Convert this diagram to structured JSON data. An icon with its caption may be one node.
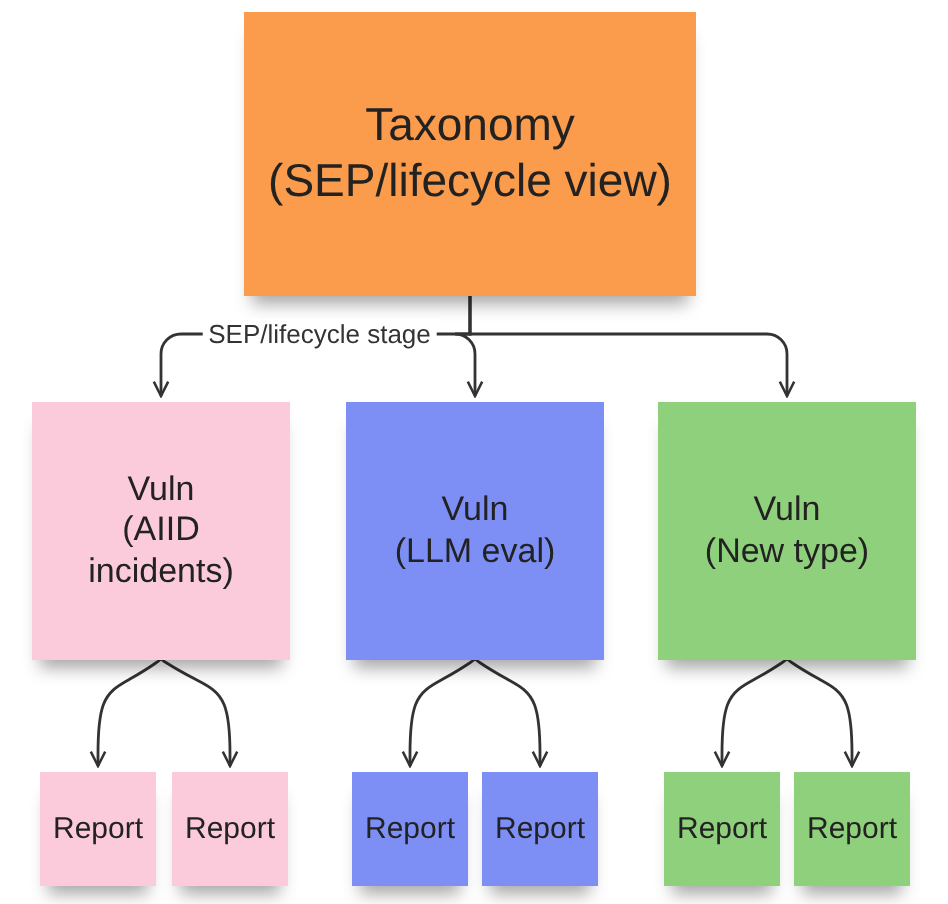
{
  "diagram": {
    "nodes": [
      {
        "text": [
          "Taxonomy",
          "(SEP/lifecycle view)"
        ]
      },
      {
        "text": [
          "Vuln",
          "(AIID incidents)"
        ]
      },
      {
        "text": [
          "Vuln",
          "(LLM eval)"
        ]
      },
      {
        "text": [
          "Vuln",
          "(New type)"
        ]
      },
      {
        "text": [
          "Report"
        ]
      },
      {
        "text": [
          "Report"
        ]
      },
      {
        "text": [
          "Report"
        ]
      },
      {
        "text": [
          "Report"
        ]
      },
      {
        "text": [
          "Report"
        ]
      },
      {
        "text": [
          "Report"
        ]
      }
    ],
    "edges": [
      {
        "from": 0,
        "to": 1,
        "arrow": "to",
        "label": "SEP/lifecycle stage"
      },
      {
        "from": 0,
        "to": 2,
        "arrow": "to"
      },
      {
        "from": 0,
        "to": 3,
        "arrow": "to"
      },
      {
        "from": 1,
        "to": 4,
        "arrow": "to"
      },
      {
        "from": 1,
        "to": 5,
        "arrow": "to"
      },
      {
        "from": 2,
        "to": 6,
        "arrow": "to"
      },
      {
        "from": 2,
        "to": 7,
        "arrow": "to"
      },
      {
        "from": 3,
        "to": 8,
        "arrow": "to"
      },
      {
        "from": 3,
        "to": 9,
        "arrow": "to"
      }
    ]
  }
}
